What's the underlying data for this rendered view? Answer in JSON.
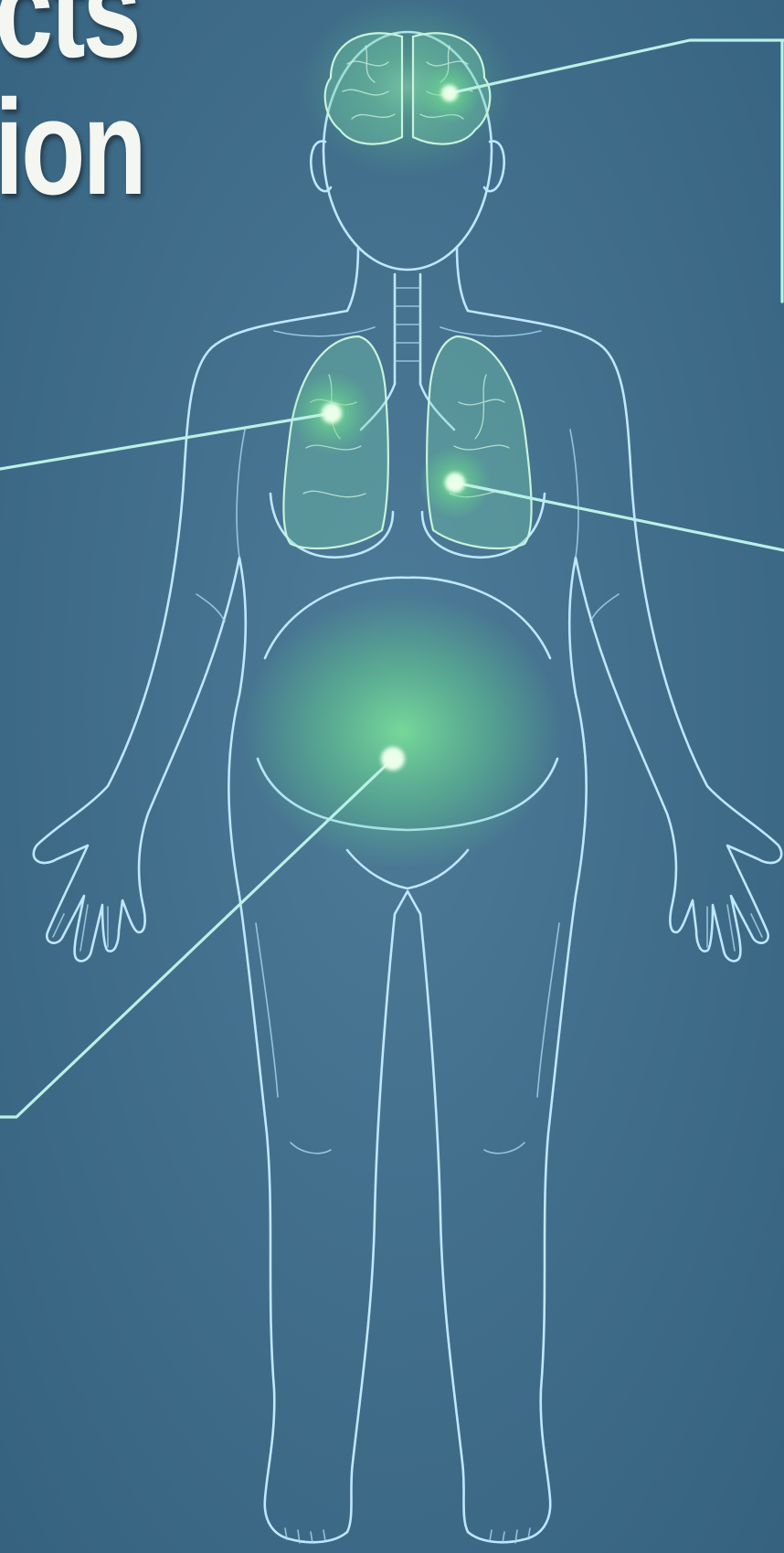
{
  "title": {
    "line1": "cts",
    "line2": "ion"
  },
  "colors": {
    "background": "#426f8c",
    "outline": "#bfe7ff",
    "glow": "#7ee89a",
    "callout_line": "#b9f1e6",
    "title_text": "#f4f6f2"
  },
  "highlights": [
    "brain",
    "left-lung",
    "heart",
    "abdomen-uterus"
  ]
}
